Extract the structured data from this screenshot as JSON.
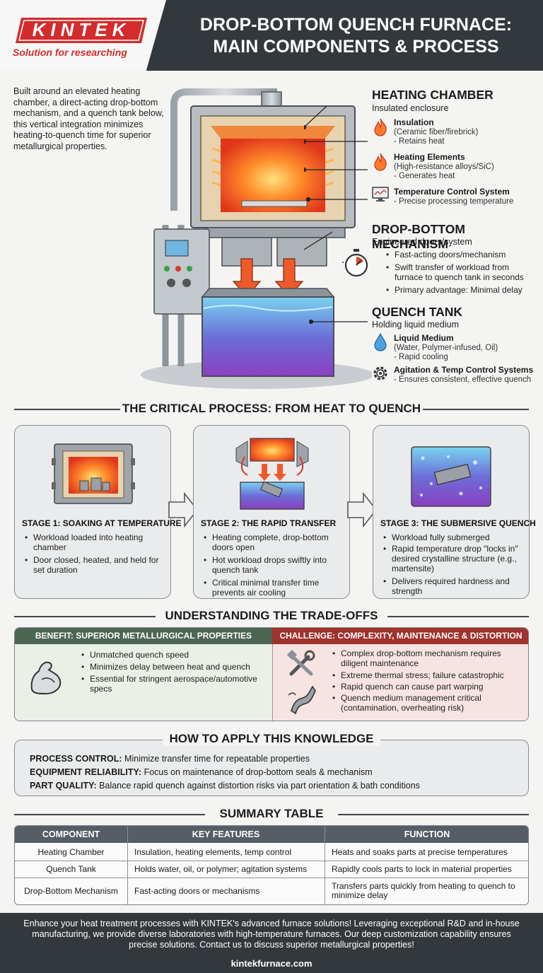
{
  "brand": {
    "logo": "KINTEK",
    "tagline": "Solution for researching",
    "accent": "#d22c2c"
  },
  "title": {
    "line1": "DROP-BOTTOM QUENCH FURNACE:",
    "line2": "MAIN COMPONENTS & PROCESS"
  },
  "intro": "Built around an elevated heating chamber, a direct-acting drop-bottom mechanism, and a quench tank below, this vertical integration minimizes heating-to-quench time for superior metallurgical properties.",
  "components": {
    "heating_chamber": {
      "title": "HEATING CHAMBER",
      "subtitle": "Insulated enclosure",
      "features": [
        {
          "title": "Insulation",
          "lines": [
            "(Ceramic fiber/firebrick)",
            "- Retains heat"
          ],
          "icon": "flame-icon"
        },
        {
          "title": "Heating Elements",
          "lines": [
            "(High-resistance alloys/SiC)",
            "- Generates heat"
          ],
          "icon": "flame-icon"
        },
        {
          "title": "Temperature Control System",
          "lines": [
            "- Precise processing temperature"
          ],
          "icon": "monitor-icon"
        }
      ]
    },
    "drop_bottom": {
      "title": "DROP-BOTTOM MECHANISM",
      "subtitle": "Engineered doors/system",
      "icon": "stopwatch-icon",
      "bullets": [
        "Fast-acting doors/mechanism",
        "Swift transfer of workload from furnace to quench tank in seconds",
        "Primary advantage: Minimal delay"
      ]
    },
    "quench_tank": {
      "title": "QUENCH TANK",
      "subtitle": "Holding liquid medium",
      "features": [
        {
          "title": "Liquid Medium",
          "lines": [
            "(Water, Polymer-infused, Oil)",
            "- Rapid cooling"
          ],
          "icon": "droplet-icon"
        },
        {
          "title": "Agitation & Temp Control Systems",
          "lines": [
            "- Ensures consistent, effective quench"
          ],
          "icon": "gear-icon"
        }
      ]
    }
  },
  "process": {
    "title": "THE CRITICAL PROCESS: FROM HEAT TO QUENCH",
    "stages": [
      {
        "title": "STAGE 1: SOAKING AT TEMPERATURE",
        "bullets": [
          "Workload loaded into heating chamber",
          "Door closed, heated, and held for set duration"
        ]
      },
      {
        "title": "STAGE 2: THE RAPID TRANSFER",
        "bullets": [
          "Heating complete, drop-bottom doors open",
          "Hot workload drops swiftly into quench tank",
          "Critical minimal transfer time prevents air cooling"
        ]
      },
      {
        "title": "STAGE 3: THE SUBMERSIVE QUENCH",
        "bullets": [
          "Workload fully submerged",
          "Rapid temperature drop \"locks in\" desired crystalline structure (e.g., martensite)",
          "Delivers required hardness and strength"
        ]
      }
    ]
  },
  "tradeoffs": {
    "title": "UNDERSTANDING THE TRADE-OFFS",
    "benefit": {
      "title": "BENEFIT: SUPERIOR METALLURGICAL PROPERTIES",
      "color": "#4d6553",
      "icon": "muscle-arm-icon",
      "bullets": [
        "Unmatched quench speed",
        "Minimizes delay between heat and quench",
        "Essential for stringent aerospace/automotive specs"
      ]
    },
    "challenge": {
      "title": "CHALLENGE: COMPLEXITY, MAINTENANCE & DISTORTION",
      "color": "#a0322f",
      "icons": [
        "tools-icon",
        "warped-part-icon"
      ],
      "bullets": [
        "Complex drop-bottom mechanism requires diligent maintenance",
        "Extreme thermal stress; failure catastrophic",
        "Rapid quench can cause part warping",
        "Quench medium management critical (contamination, overheating risk)"
      ]
    }
  },
  "apply": {
    "title": "HOW TO APPLY THIS KNOWLEDGE",
    "rows": [
      {
        "label": "PROCESS CONTROL:",
        "text": "Minimize transfer time for repeatable properties"
      },
      {
        "label": "EQUIPMENT RELIABILITY:",
        "text": "Focus on maintenance of drop-bottom seals & mechanism"
      },
      {
        "label": "PART QUALITY:",
        "text": "Balance rapid quench against distortion risks via part orientation & bath conditions"
      }
    ]
  },
  "summary": {
    "title": "SUMMARY TABLE",
    "headers": [
      "COMPONENT",
      "KEY FEATURES",
      "FUNCTION"
    ],
    "rows": [
      [
        "Heating Chamber",
        "Insulation, heating elements, temp control",
        "Heats and soaks parts at precise temperatures"
      ],
      [
        "Quench Tank",
        "Holds water, oil, or polymer; agitation systems",
        "Rapidly cools parts to lock in material properties"
      ],
      [
        "Drop-Bottom Mechanism",
        "Fast-acting doors or mechanisms",
        "Transfers parts quickly from heating to quench to minimize delay"
      ]
    ]
  },
  "footer": {
    "text": "Enhance your heat treatment processes with KINTEK's advanced furnace solutions! Leveraging exceptional R&D and in-house manufacturing, we provide diverse laboratories with high-temperature furnaces. Our deep customization capability ensures precise solutions. Contact us to discuss superior metallurgical properties!",
    "url": "kintekfurnace.com"
  }
}
